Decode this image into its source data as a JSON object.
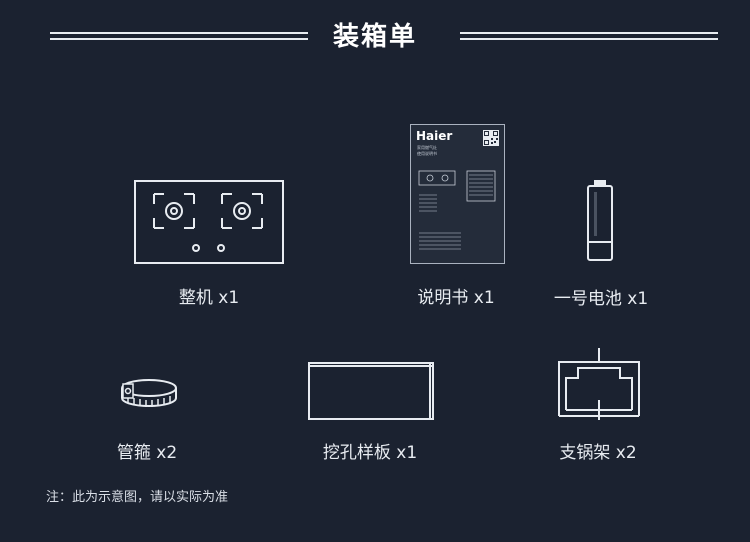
{
  "header": {
    "title": "装箱单"
  },
  "items": [
    {
      "label": "整机 x1"
    },
    {
      "label": "说明书 x1"
    },
    {
      "label": "一号电池 x1"
    },
    {
      "label": "管箍 x2"
    },
    {
      "label": "挖孔样板 x1"
    },
    {
      "label": "支锅架 x2"
    }
  ],
  "manual": {
    "brand": "Haier",
    "line1": "家用燃气灶",
    "line2": "使用说明书"
  },
  "footer": {
    "note": "注：此为示意图，请以实际为准"
  }
}
